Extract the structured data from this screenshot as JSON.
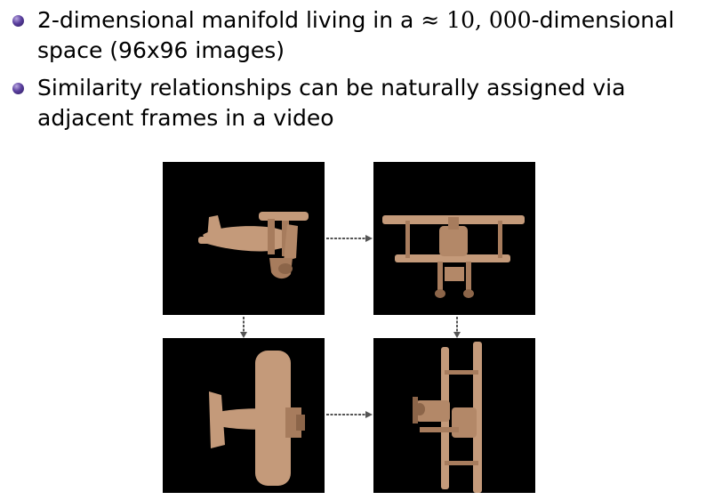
{
  "bullets": [
    {
      "pre": "2-dimensional manifold living in a ",
      "math": "≈ 10, 000",
      "post": "-dimensional space (96x96 images)"
    },
    {
      "text": "Similarity relationships can be naturally assigned via adjacent frames in a video"
    }
  ],
  "colors": {
    "bullet": "#4b3591",
    "frame_bg": "#000000",
    "plane": "#c49a7a",
    "arrow": "#555555"
  }
}
